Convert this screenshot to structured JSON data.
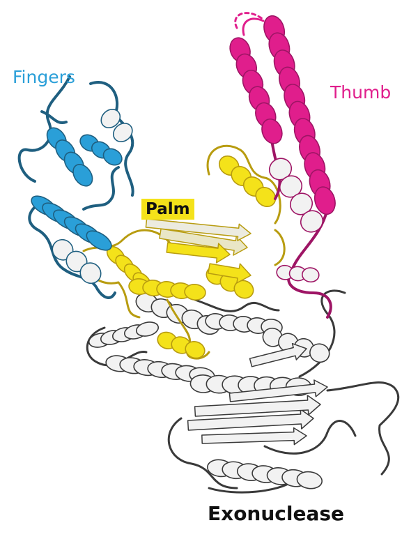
{
  "labels": {
    "fingers": "Fingers",
    "thumb": "Thumb",
    "palm": "Palm",
    "exonuclease": "Exonuclease"
  },
  "colors": {
    "fingers": "#2a9fd8",
    "fingers_dark": "#1f5f80",
    "thumb": "#e01e8c",
    "thumb_dark": "#9e1565",
    "palm": "#f4e21a",
    "palm_dark": "#b89c10",
    "exonuclease": "#f2f2f2",
    "outline": "#3a3a3a",
    "label_dark": "#111111"
  }
}
